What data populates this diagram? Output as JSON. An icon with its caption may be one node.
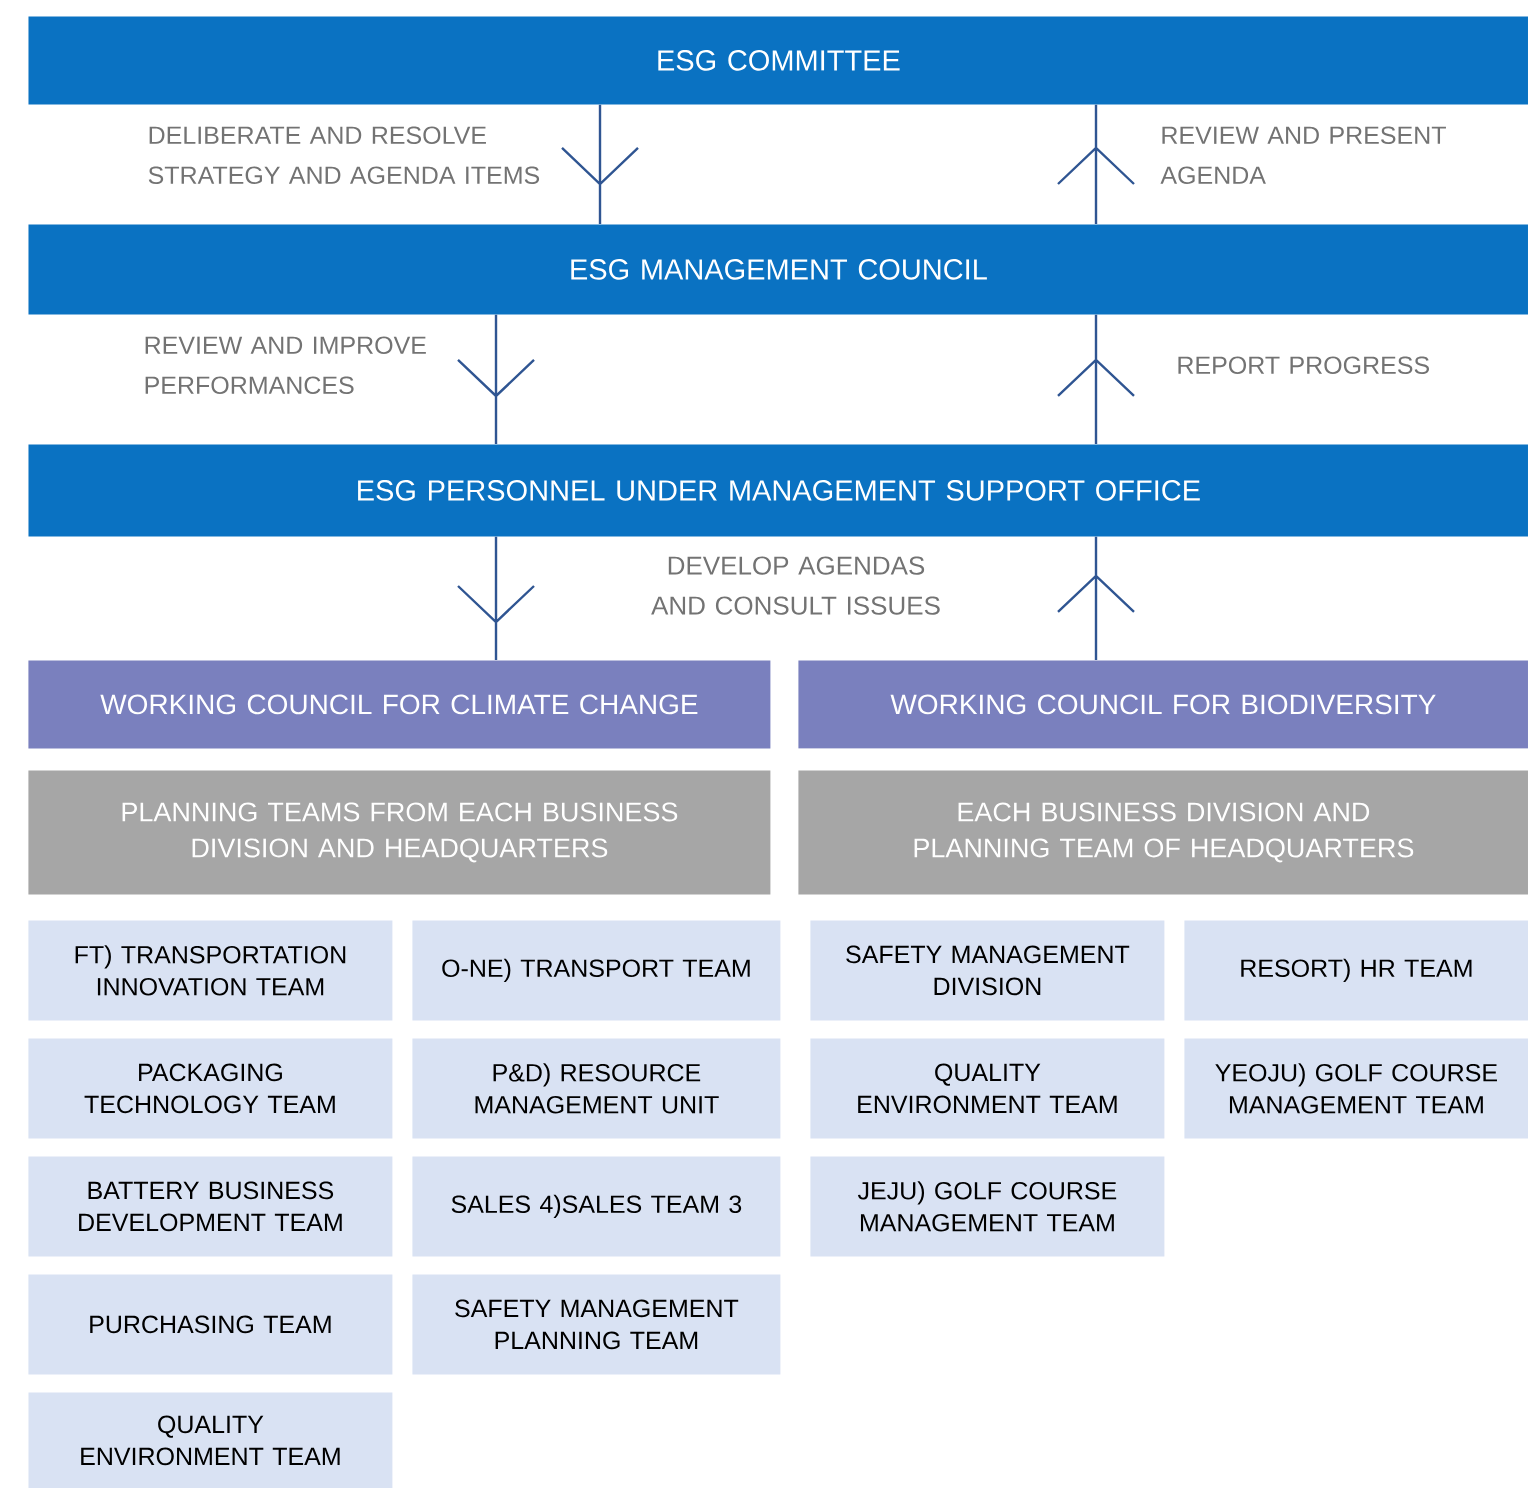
{
  "diagram": {
    "nodes": [
      {
        "text": [
          "ESG COMMITTEE"
        ]
      },
      {
        "text": [
          "ESG MANAGEMENT COUNCIL"
        ]
      },
      {
        "text": [
          "ESG PERSONNEL UNDER MANAGEMENT SUPPORT OFFICE"
        ]
      },
      {
        "text": [
          "WORKING COUNCIL FOR CLIMATE CHANGE"
        ]
      },
      {
        "text": [
          "WORKING COUNCIL FOR BIODIVERSITY"
        ]
      },
      {
        "text": [
          "PLANNING TEAMS FROM EACH BUSINESS DIVISION AND HEADQUARTERS"
        ]
      },
      {
        "text": [
          "EACH BUSINESS DIVISION AND PLANNING TEAM OF HEADQUARTERS"
        ]
      },
      {
        "text": [
          "FT) TRANSPORTATION INNOVATION TEAM"
        ]
      },
      {
        "text": [
          "O-NE) TRANSPORT TEAM"
        ]
      },
      {
        "text": [
          "PACKAGING TECHNOLOGY TEAM"
        ]
      },
      {
        "text": [
          "P&D) RESOURCE MANAGEMENT UNIT"
        ]
      },
      {
        "text": [
          "BATTERY BUSINESS DEVELOPMENT TEAM"
        ]
      },
      {
        "text": [
          "SALES 4)SALES TEAM 3"
        ]
      },
      {
        "text": [
          "PURCHASING TEAM"
        ]
      },
      {
        "text": [
          "SAFETY MANAGEMENT PLANNING TEAM"
        ]
      },
      {
        "text": [
          "QUALITY ENVIRONMENT TEAM"
        ]
      },
      {
        "text": [
          "SAFETY MANAGEMENT DIVISION"
        ]
      },
      {
        "text": [
          "RESORT) HR TEAM"
        ]
      },
      {
        "text": [
          "QUALITY ENVIRONMENT TEAM"
        ]
      },
      {
        "text": [
          "YEOJU) GOLF COURSE MANAGEMENT TEAM"
        ]
      },
      {
        "text": [
          "JEJU) GOLF COURSE MANAGEMENT TEAM"
        ]
      }
    ],
    "edges": [
      {
        "from": 0,
        "to": 1,
        "arrow": "to",
        "label": "DELIBERATE AND RESOLVE STRATEGY AND AGENDA ITEMS"
      },
      {
        "from": 1,
        "to": 0,
        "arrow": "to",
        "label": "REVIEW AND PRESENT AGENDA"
      },
      {
        "from": 1,
        "to": 2,
        "arrow": "to",
        "label": "REVIEW AND IMPROVE PERFORMANCES"
      },
      {
        "from": 2,
        "to": 1,
        "arrow": "to",
        "label": "REPORT PROGRESS"
      },
      {
        "from": 2,
        "to": 3,
        "arrow": "to"
      },
      {
        "from": 4,
        "to": 2,
        "arrow": "to"
      }
    ],
    "labels": [
      "DEVELOP AGENDAS AND CONSULT ISSUES"
    ]
  }
}
